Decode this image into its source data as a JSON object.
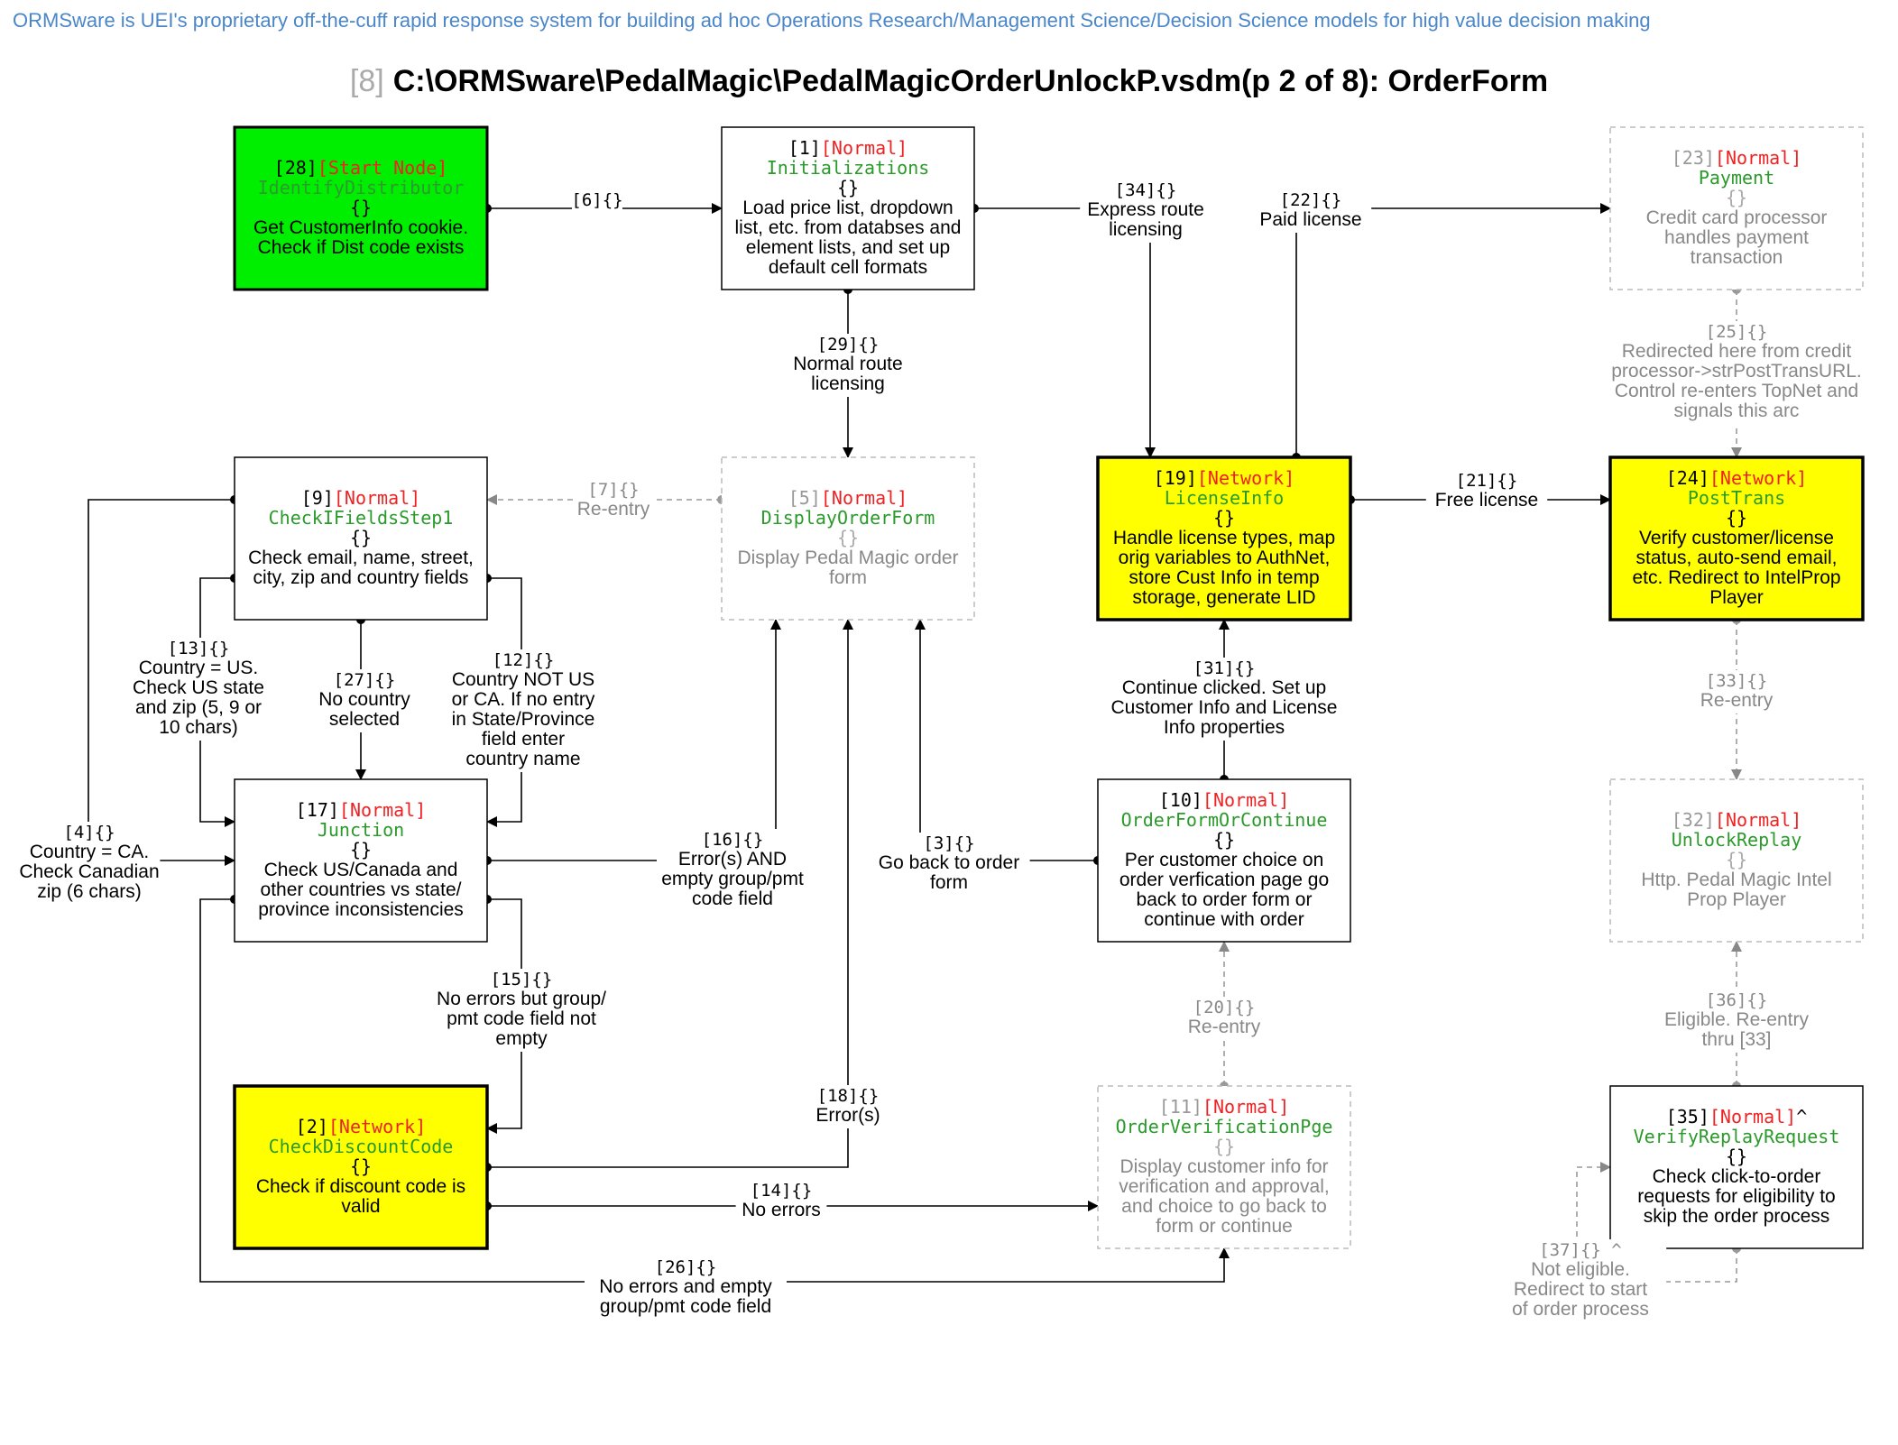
{
  "banner": "ORMSware is UEI's proprietary off-the-cuff rapid response system for building ad hoc Operations Research/Management Science/Decision Science models for high value decision making",
  "title": {
    "page_num": "[8]",
    "text": "C:\\ORMSware\\PedalMagic\\PedalMagicOrderUnlockP.vsdm(p 2 of 8): OrderForm"
  },
  "colors": {
    "start_fill": "#00ee00",
    "network_fill": "#ffff00",
    "type_red": "#ee2222",
    "name_green": "#2a9a2a",
    "gray": "#888888",
    "banner_blue": "#4a86c8"
  },
  "nodes": {
    "n28": {
      "id": "[28]",
      "type": "[Start Node]",
      "name": "IdentifyDistributor",
      "braces": "{}",
      "desc": [
        "Get CustomerInfo cookie.",
        "Check if Dist code exists"
      ]
    },
    "n1": {
      "id": "[1]",
      "type": "[Normal]",
      "name": "Initializations",
      "braces": "{}",
      "desc": [
        "Load price list, dropdown",
        "list, etc. from databses and",
        "element lists, and set up",
        "default cell formats"
      ]
    },
    "n23": {
      "id": "[23]",
      "type": "[Normal]",
      "name": "Payment",
      "braces": "{}",
      "desc": [
        "Credit card processor",
        "handles payment",
        "transaction"
      ]
    },
    "n9": {
      "id": "[9]",
      "type": "[Normal]",
      "name": "CheckIFieldsStep1",
      "braces": "{}",
      "desc": [
        "Check email, name, street,",
        "city, zip and country fields"
      ]
    },
    "n5": {
      "id": "[5]",
      "type": "[Normal]",
      "name": "DisplayOrderForm",
      "braces": "{}",
      "desc": [
        "Display Pedal Magic order",
        "form"
      ]
    },
    "n19": {
      "id": "[19]",
      "type": "[Network]",
      "name": "LicenseInfo",
      "braces": "{}",
      "desc": [
        "Handle license types, map",
        "orig variables to AuthNet,",
        "store Cust Info in temp",
        "storage, generate LID"
      ]
    },
    "n24": {
      "id": "[24]",
      "type": "[Network]",
      "name": "PostTrans",
      "braces": "{}",
      "desc": [
        "Verify customer/license",
        "status, auto-send email,",
        "etc. Redirect to IntelProp",
        "Player"
      ]
    },
    "n17": {
      "id": "[17]",
      "type": "[Normal]",
      "name": "Junction",
      "braces": "{}",
      "desc": [
        "Check US/Canada and",
        "other countries vs state/",
        "province inconsistencies"
      ]
    },
    "n10": {
      "id": "[10]",
      "type": "[Normal]",
      "name": "OrderFormOrContinue",
      "braces": "{}",
      "desc": [
        "Per customer choice on",
        "order verfication page go",
        "back to order form or",
        "continue with order"
      ]
    },
    "n32": {
      "id": "[32]",
      "type": "[Normal]",
      "name": "UnlockReplay",
      "braces": "{}",
      "desc": [
        "Http. Pedal Magic Intel",
        "Prop Player"
      ]
    },
    "n2": {
      "id": "[2]",
      "type": "[Network]",
      "name": "CheckDiscountCode",
      "braces": "{}",
      "desc": [
        "Check if discount code is",
        "valid"
      ]
    },
    "n11": {
      "id": "[11]",
      "type": "[Normal]",
      "name": "OrderVerificationPge",
      "braces": "{}",
      "desc": [
        "Display customer info for",
        "verification and approval,",
        "and choice to go back to",
        "form or continue"
      ]
    },
    "n35": {
      "id": "[35]",
      "type": "[Normal]",
      "caret": "^",
      "name": "VerifyReplayRequest",
      "braces": "{}",
      "desc": [
        "Check click-to-order",
        "requests for eligibility to",
        "skip the order process"
      ]
    }
  },
  "arcs": {
    "a6": {
      "id": "[6]",
      "braces": "{}",
      "text": []
    },
    "a34": {
      "id": "[34]",
      "braces": "{}",
      "text": [
        "Express route",
        "licensing"
      ]
    },
    "a22": {
      "id": "[22]",
      "braces": "{}",
      "text": [
        "Paid license"
      ]
    },
    "a29": {
      "id": "[29]",
      "braces": "{}",
      "text": [
        "Normal route",
        "licensing"
      ]
    },
    "a25": {
      "id": "[25]",
      "braces": "{}",
      "text": [
        "Redirected here from credit",
        "processor->strPostTransURL.",
        "Control re-enters TopNet and",
        "signals this arc"
      ]
    },
    "a7": {
      "id": "[7]",
      "braces": "{}",
      "text": [
        "Re-entry"
      ]
    },
    "a21": {
      "id": "[21]",
      "braces": "{}",
      "text": [
        "Free license"
      ]
    },
    "a13": {
      "id": "[13]",
      "braces": "{}",
      "text": [
        "Country = US.",
        "Check US state",
        "and zip (5, 9 or",
        "10 chars)"
      ]
    },
    "a27": {
      "id": "[27]",
      "braces": "{}",
      "text": [
        "No country",
        "selected"
      ]
    },
    "a12": {
      "id": "[12]",
      "braces": "{}",
      "text": [
        "Country NOT US",
        "or CA. If no entry",
        "in State/Province",
        "field enter",
        "country name"
      ]
    },
    "a31": {
      "id": "[31]",
      "braces": "{}",
      "text": [
        "Continue clicked. Set up",
        "Customer Info and License",
        "Info properties"
      ]
    },
    "a33": {
      "id": "[33]",
      "braces": "{}",
      "text": [
        "Re-entry"
      ]
    },
    "a4": {
      "id": "[4]",
      "braces": "{}",
      "text": [
        "Country = CA.",
        "Check Canadian",
        "zip (6 chars)"
      ]
    },
    "a16": {
      "id": "[16]",
      "braces": "{}",
      "text": [
        "Error(s) AND",
        "empty group/pmt",
        "code field"
      ]
    },
    "a3": {
      "id": "[3]",
      "braces": "{}",
      "text": [
        "Go back to order",
        "form"
      ]
    },
    "a15": {
      "id": "[15]",
      "braces": "{}",
      "text": [
        "No errors but group/",
        "pmt code field not",
        "empty"
      ]
    },
    "a20": {
      "id": "[20]",
      "braces": "{}",
      "text": [
        "Re-entry"
      ]
    },
    "a36": {
      "id": "[36]",
      "braces": "{}",
      "text": [
        "Eligible. Re-entry",
        "thru [33]"
      ]
    },
    "a18": {
      "id": "[18]",
      "braces": "{}",
      "text": [
        "Error(s)"
      ]
    },
    "a14": {
      "id": "[14]",
      "braces": "{}",
      "text": [
        "No errors"
      ]
    },
    "a26": {
      "id": "[26]",
      "braces": "{}",
      "text": [
        "No errors and empty",
        "group/pmt code field"
      ]
    },
    "a37": {
      "id": "[37]",
      "braces": "{}",
      "caret": "^",
      "text": [
        "Not eligible.",
        "Redirect to start",
        "of order process"
      ]
    }
  }
}
